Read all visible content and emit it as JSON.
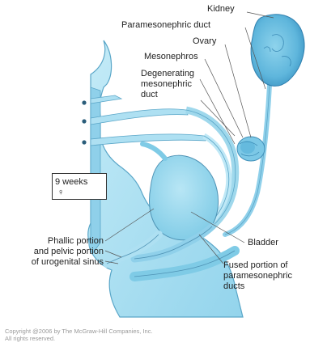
{
  "labels": {
    "kidney": "Kidney",
    "paramesonephric_duct": "Paramesonephric duct",
    "ovary": "Ovary",
    "mesonephros": "Mesonephros",
    "degenerating_line1": "Degenerating",
    "degenerating_line2": "mesonephric",
    "degenerating_line3": "duct",
    "bladder": "Bladder",
    "phallic_line1": "Phallic portion",
    "phallic_line2": "and pelvic portion",
    "phallic_line3": "of urogenital sinus",
    "fused_line1": "Fused portion of",
    "fused_line2": "paramesonephric",
    "fused_line3": "ducts"
  },
  "weeks_box": {
    "age": "9 weeks",
    "sex_symbol": "♀"
  },
  "copyright": {
    "line1": "Copyright @2006 by The McGraw-Hill Companies, Inc.",
    "line2": "All rights reserved."
  },
  "colors": {
    "tissue_fill": "#a9dff0",
    "tissue_light": "#cdeef8",
    "tissue_mid": "#7fcbe6",
    "tissue_dark": "#4aa8cf",
    "outline": "#4f93b5",
    "duct": "#9fd8ec",
    "leader": "#555555"
  }
}
